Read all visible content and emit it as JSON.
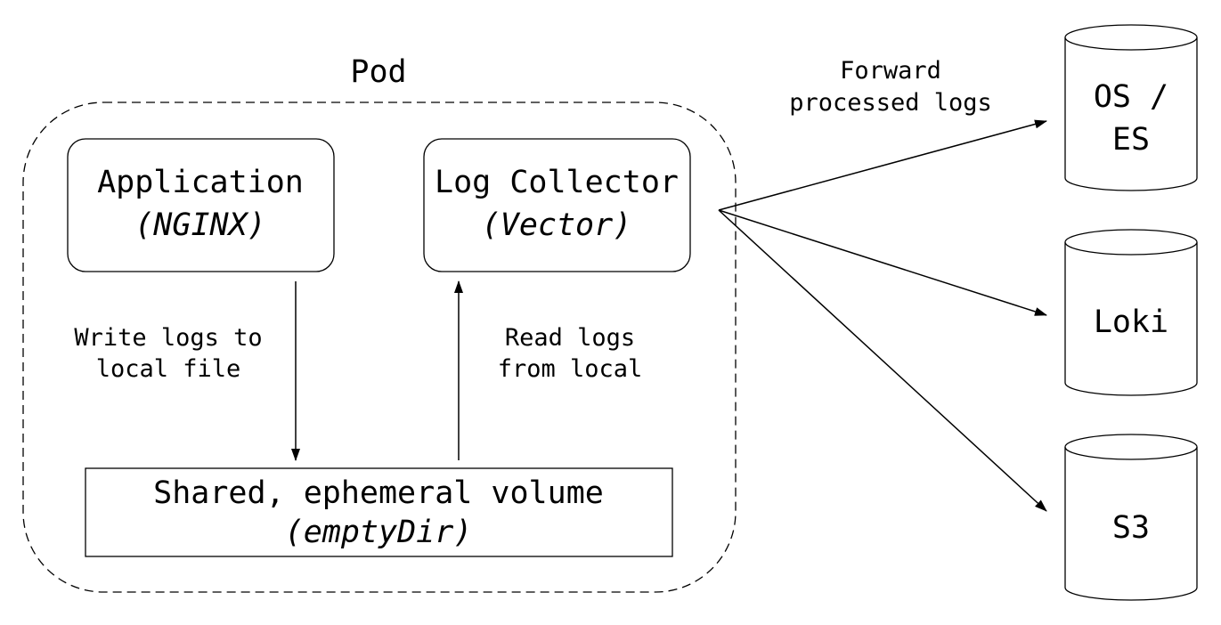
{
  "colors": {
    "ink": "#000000",
    "background": "#ffffff"
  },
  "pod": {
    "label": "Pod"
  },
  "application": {
    "title": "Application",
    "subtitle": "(NGINX)"
  },
  "collector": {
    "title": "Log Collector",
    "subtitle": "(Vector)"
  },
  "volume": {
    "title": "Shared, ephemeral volume",
    "subtitle": "(emptyDir)"
  },
  "edges": {
    "write": {
      "line1": "Write logs to",
      "line2": "local file"
    },
    "read": {
      "line1": "Read logs",
      "line2": "from local"
    },
    "forward": {
      "line1": "Forward",
      "line2": "processed logs"
    }
  },
  "destinations": {
    "os_es": {
      "line1": "OS /",
      "line2": "ES"
    },
    "loki": {
      "label": "Loki"
    },
    "s3": {
      "label": "S3"
    }
  }
}
